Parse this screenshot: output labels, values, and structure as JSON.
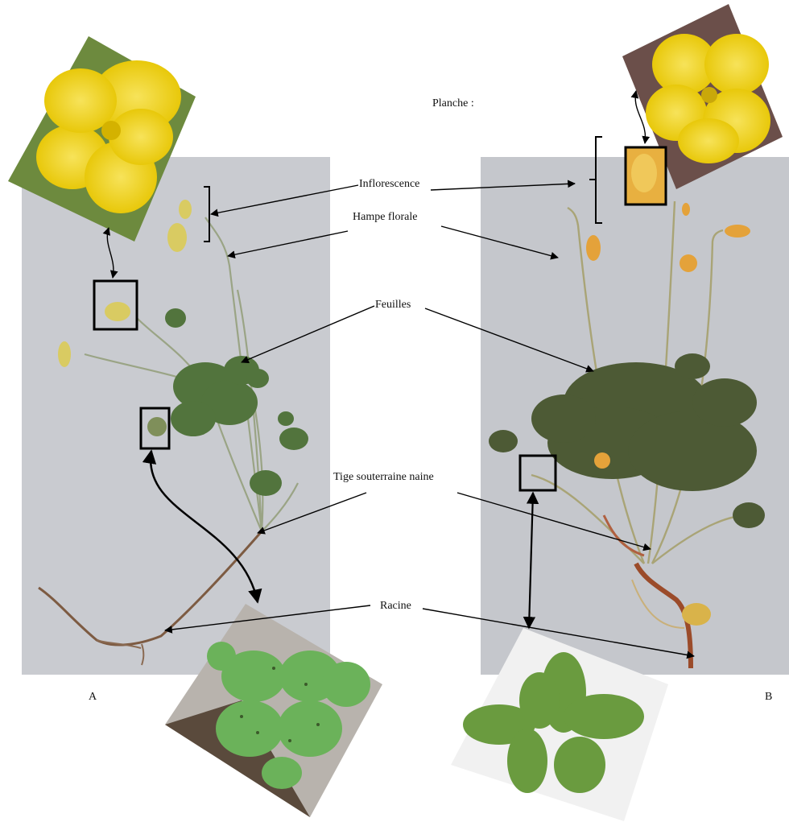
{
  "plate_title": "Planche :",
  "labels": {
    "inflorescence": "Inflorescence",
    "hampe_florale": "Hampe florale",
    "feuilles": "Feuilles",
    "tige_souterraine": "Tige souterraine naine",
    "racine": "Racine"
  },
  "specimen_a_letter": "A",
  "specimen_b_letter": "B",
  "colors": {
    "background": "#ffffff",
    "panel": "#c9cbd0",
    "flower_yellow": "#f2de1c",
    "leaf_green": "#4f7a3a",
    "root_brown": "#8a5a3a",
    "annotation_line": "#000000"
  }
}
